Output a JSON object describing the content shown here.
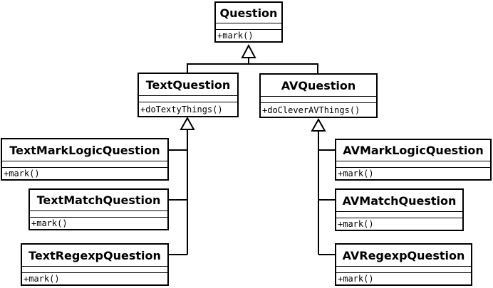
{
  "classes": {
    "question": {
      "name": "Question",
      "method": "+mark()"
    },
    "text_question": {
      "name": "TextQuestion",
      "method": "+doTextyThings()"
    },
    "av_question": {
      "name": "AVQuestion",
      "method": "+doCleverAVThings()"
    },
    "text_mark_logic_question": {
      "name": "TextMarkLogicQuestion",
      "method": "+mark()"
    },
    "text_match_question": {
      "name": "TextMatchQuestion",
      "method": "+mark()"
    },
    "text_regexp_question": {
      "name": "TextRegexpQuestion",
      "method": "+mark()"
    },
    "av_mark_logic_question": {
      "name": "AVMarkLogicQuestion",
      "method": "+mark()"
    },
    "av_match_question": {
      "name": "AVMatchQuestion",
      "method": "+mark()"
    },
    "av_regexp_question": {
      "name": "AVRegexpQuestion",
      "method": "+mark()"
    }
  },
  "relations": [
    {
      "type": "inheritance",
      "from": "text_question",
      "to": "question"
    },
    {
      "type": "inheritance",
      "from": "av_question",
      "to": "question"
    },
    {
      "type": "inheritance",
      "from": "text_mark_logic_question",
      "to": "text_question"
    },
    {
      "type": "inheritance",
      "from": "text_match_question",
      "to": "text_question"
    },
    {
      "type": "inheritance",
      "from": "text_regexp_question",
      "to": "text_question"
    },
    {
      "type": "inheritance",
      "from": "av_mark_logic_question",
      "to": "av_question"
    },
    {
      "type": "inheritance",
      "from": "av_match_question",
      "to": "av_question"
    },
    {
      "type": "inheritance",
      "from": "av_regexp_question",
      "to": "av_question"
    }
  ]
}
